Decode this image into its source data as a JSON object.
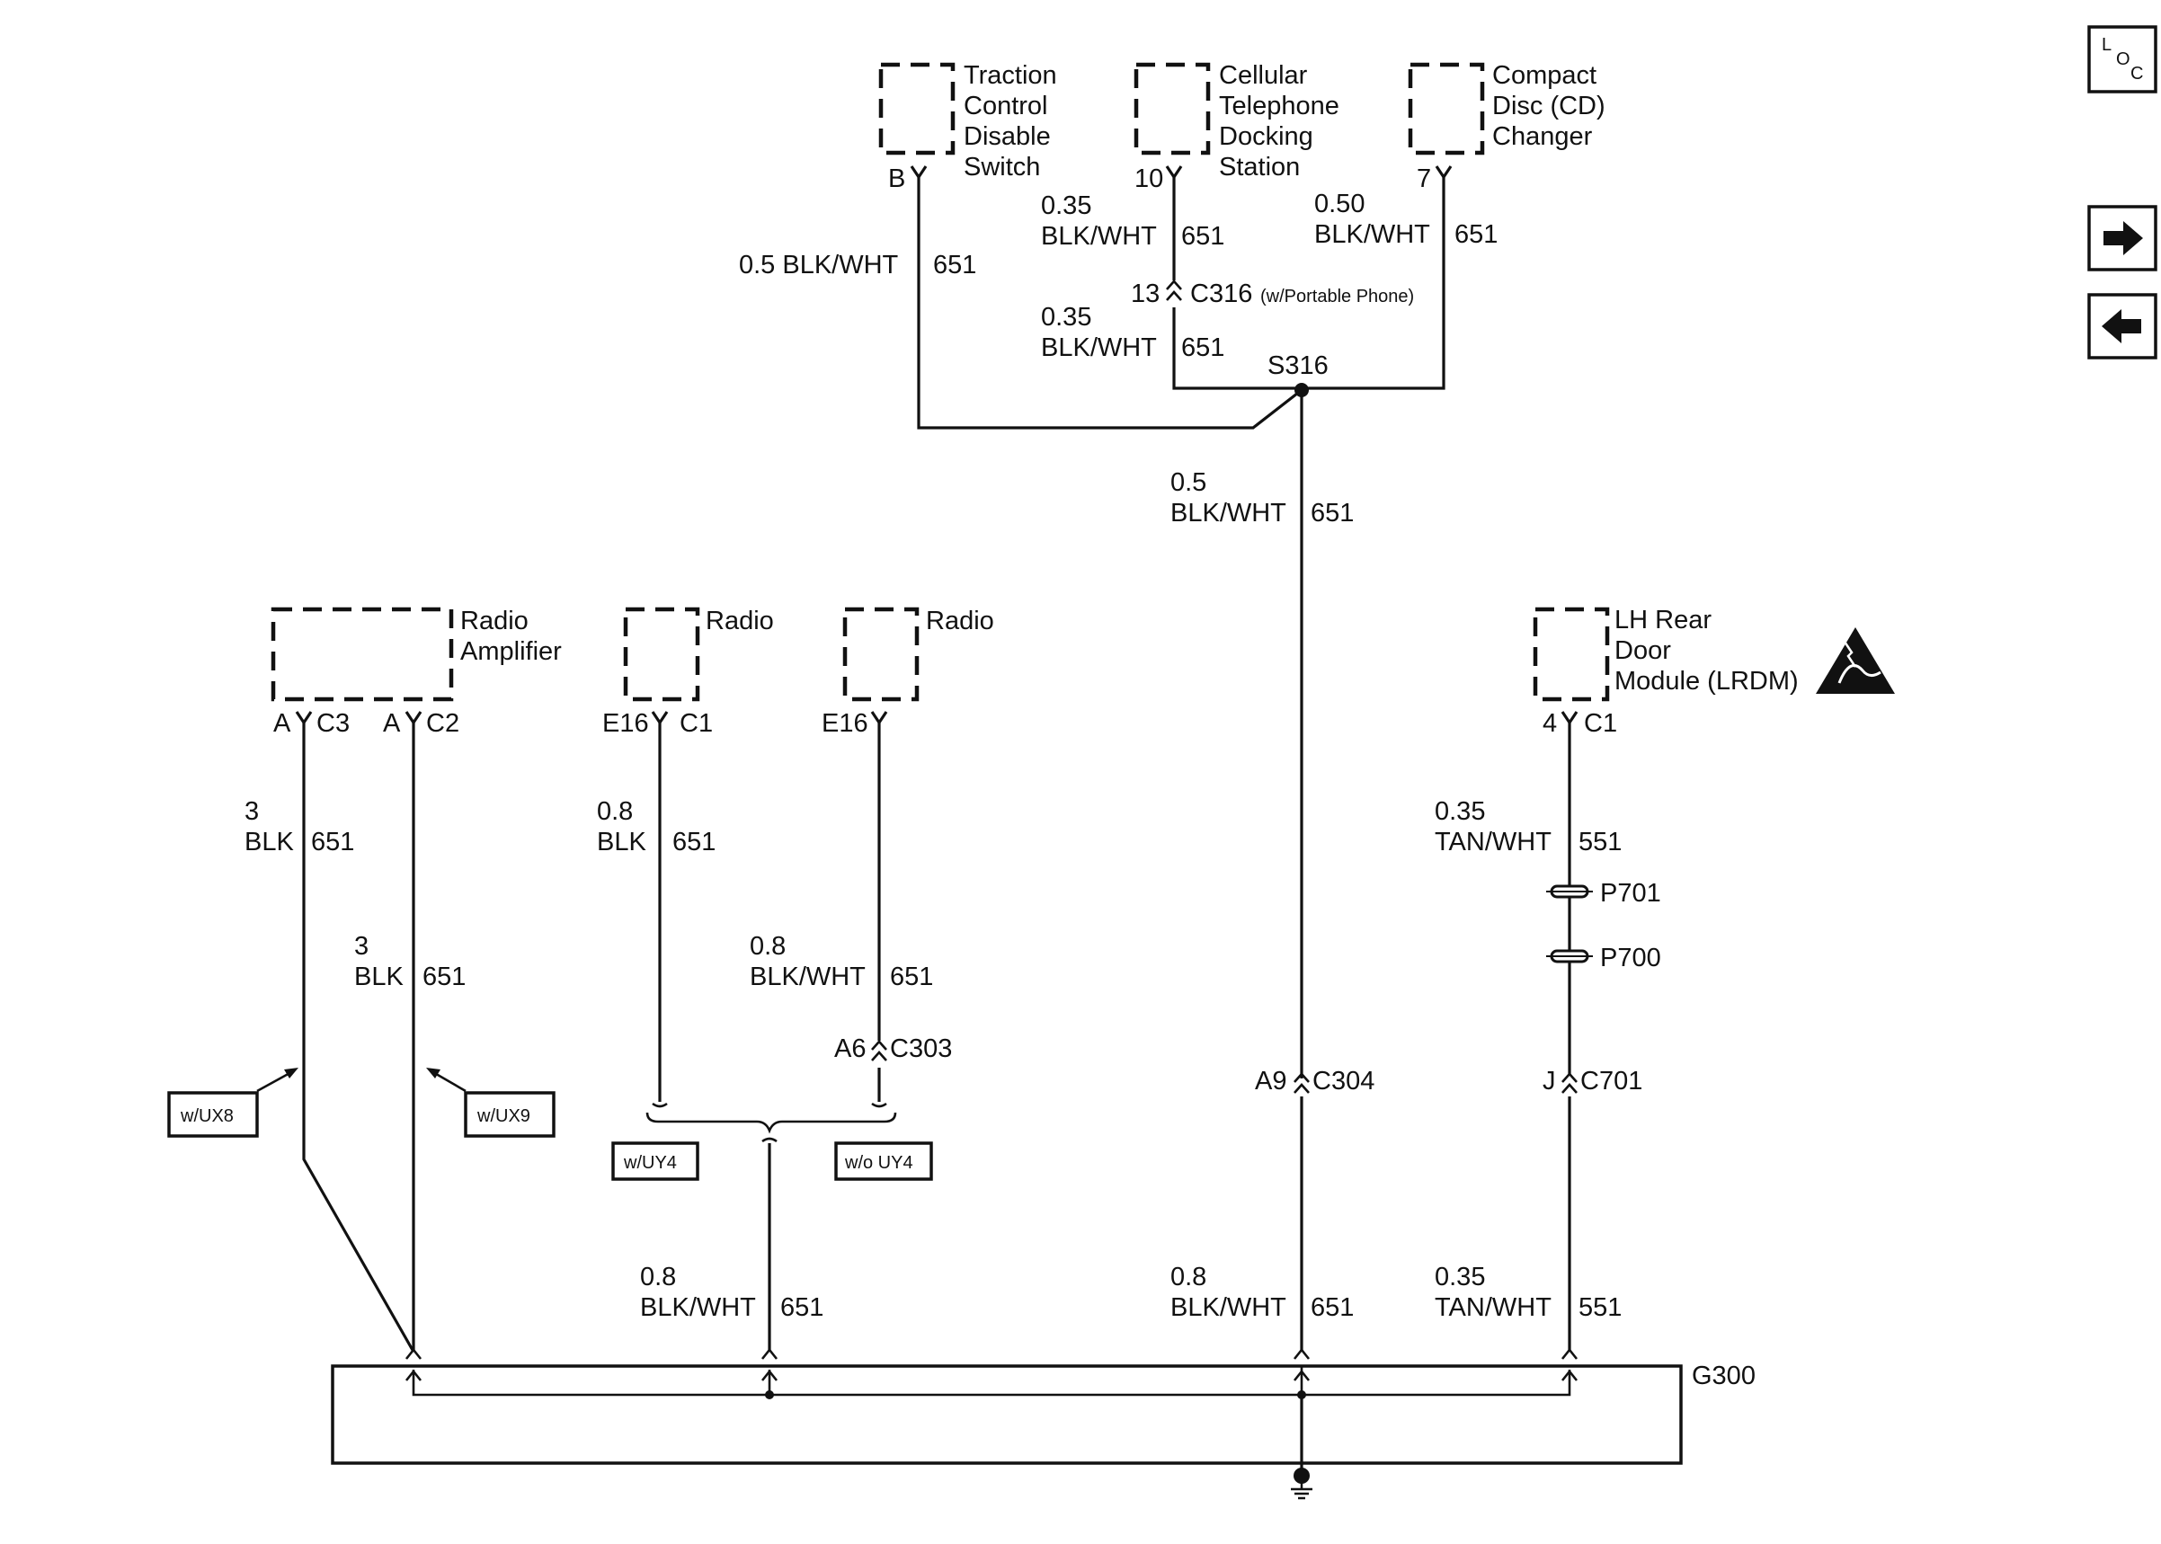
{
  "components": {
    "traction": {
      "name": [
        "Traction",
        "Control",
        "Disable",
        "Switch"
      ],
      "pin": "B"
    },
    "cellular": {
      "name": [
        "Cellular",
        "Telephone",
        "Docking",
        "Station"
      ],
      "pin": "10"
    },
    "cd": {
      "name": [
        "Compact",
        "Disc (CD)",
        "Changer"
      ],
      "pin": "7"
    },
    "amp": {
      "name": [
        "Radio",
        "Amplifier"
      ],
      "pin_a": "A",
      "conn_a": "C3",
      "pin_b": "A",
      "conn_b": "C2"
    },
    "radio1": {
      "name": "Radio",
      "pin": "E16",
      "conn": "C1"
    },
    "radio2": {
      "name": "Radio",
      "pin": "E16"
    },
    "lrdm": {
      "name": [
        "LH Rear",
        "Door",
        "Module (LRDM)"
      ],
      "pin": "4",
      "conn": "C1"
    }
  },
  "wires": {
    "traction": {
      "text": "0.5 BLK/WHT",
      "circuit": "651"
    },
    "cell_top": {
      "size": "0.35",
      "color": "BLK/WHT",
      "circuit": "651"
    },
    "cd": {
      "size": "0.50",
      "color": "BLK/WHT",
      "circuit": "651"
    },
    "cell_bottom": {
      "size": "0.35",
      "color": "BLK/WHT",
      "circuit": "651"
    },
    "main_top": {
      "size": "0.5",
      "color": "BLK/WHT",
      "circuit": "651"
    },
    "amp_c3": {
      "size": "3",
      "color": "BLK",
      "circuit": "651"
    },
    "amp_c2": {
      "size": "3",
      "color": "BLK",
      "circuit": "651"
    },
    "radio1": {
      "size": "0.8",
      "color": "BLK",
      "circuit": "651"
    },
    "radio2": {
      "size": "0.8",
      "color": "BLK/WHT",
      "circuit": "651"
    },
    "radio_merge": {
      "size": "0.8",
      "color": "BLK/WHT",
      "circuit": "651"
    },
    "main_bottom": {
      "size": "0.8",
      "color": "BLK/WHT",
      "circuit": "651"
    },
    "lrdm_top": {
      "size": "0.35",
      "color": "TAN/WHT",
      "circuit": "551"
    },
    "lrdm_bottom": {
      "size": "0.35",
      "color": "TAN/WHT",
      "circuit": "551"
    }
  },
  "connectors": {
    "c316": {
      "pin": "13",
      "name": "C316",
      "note": "(w/Portable Phone)"
    },
    "c303": {
      "pin": "A6",
      "name": "C303"
    },
    "c304": {
      "pin": "A9",
      "name": "C304"
    },
    "c701": {
      "pin": "J",
      "name": "C701"
    },
    "p701": "P701",
    "p700": "P700"
  },
  "splice": "S316",
  "ground": "G300",
  "options": {
    "ux8": "w/UX8",
    "ux9": "w/UX9",
    "uy4": "w/UY4",
    "wo_uy4": "w/o UY4"
  },
  "nav": {
    "loc_icon": "loc-icon",
    "loc": {
      "l": "L",
      "o": "O",
      "c": "C"
    },
    "next_icon": "right-arrow-icon",
    "prev_icon": "left-arrow-icon"
  }
}
